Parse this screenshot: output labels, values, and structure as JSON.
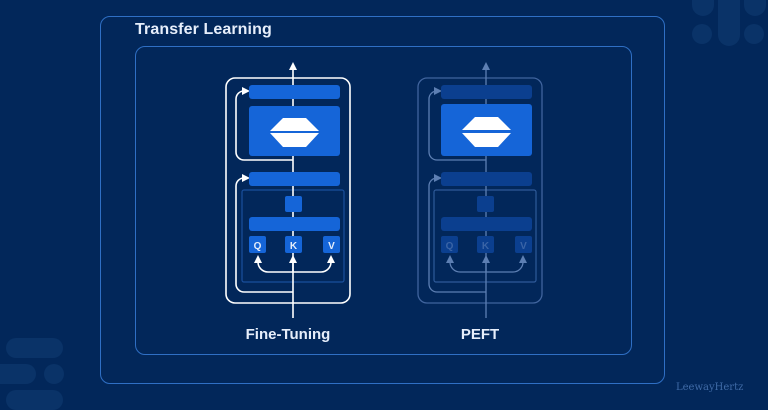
{
  "title": "Transfer Learning",
  "panels": [
    {
      "label": "Fine-Tuning",
      "state": "all-layers-active"
    },
    {
      "label": "PEFT",
      "state": "only-head-active"
    }
  ],
  "attention_inputs": [
    "Q",
    "K",
    "V"
  ],
  "watermark": "LeewayHertz",
  "colors": {
    "background": "#02275a",
    "border": "#2f6fc4",
    "block_active": "#1565d8",
    "block_dim": "#0b3f8f",
    "text": "#e6eefb"
  }
}
